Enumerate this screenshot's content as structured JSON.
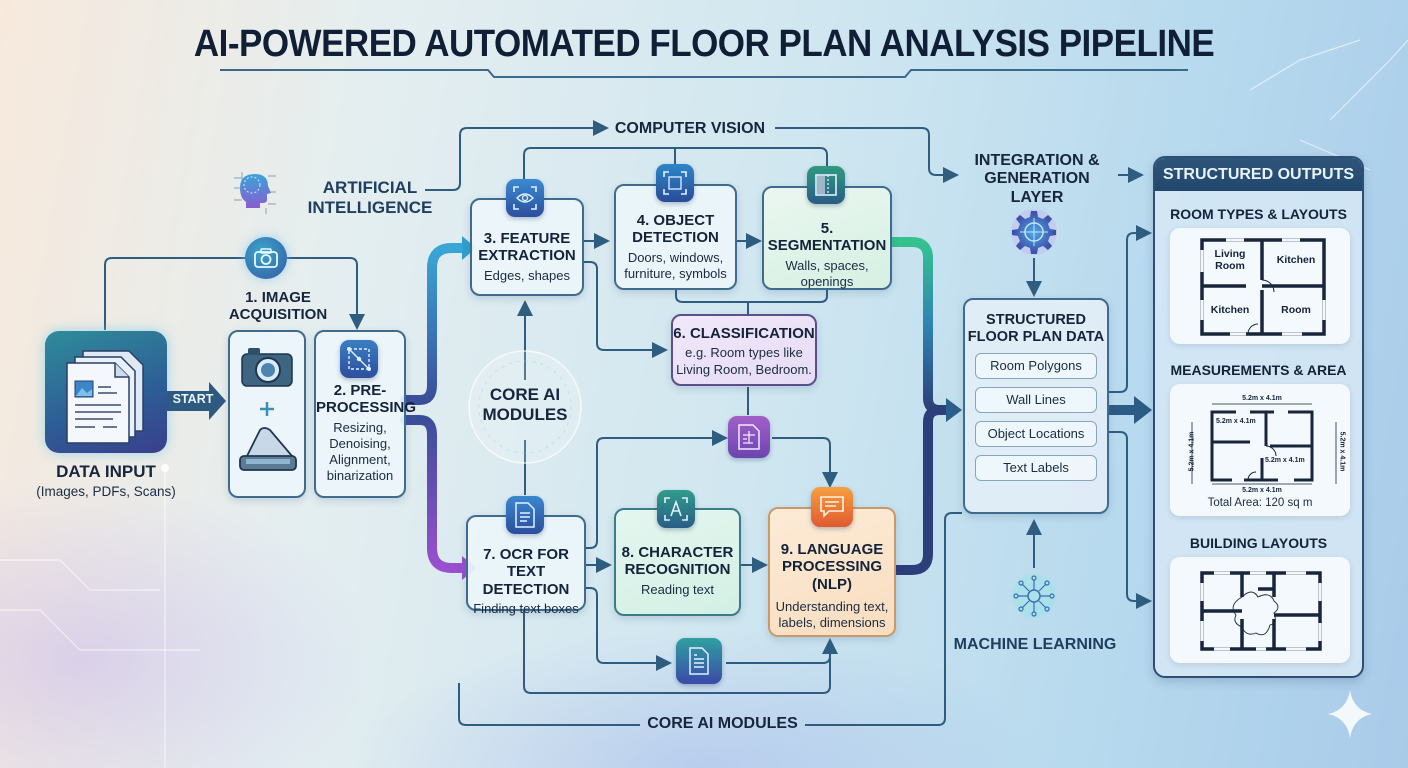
{
  "title": "AI-POWERED AUTOMATED FLOOR PLAN ANALYSIS PIPELINE",
  "colors": {
    "accent_dark": "#22476c",
    "wire": "#2f5d80",
    "node_border": "#3f6c8c",
    "segmentation_bg": "#dff3ea",
    "classification_bg": "#ece1f6",
    "nlp_bg": "#fbe6cf",
    "character_bg": "#dcf3ec"
  },
  "labels": {
    "artificial_intelligence": "ARTIFICIAL INTELLIGENCE",
    "computer_vision": "COMPUTER VISION",
    "integration_layer": "INTEGRATION & GENERATION LAYER",
    "machine_learning": "MACHINE LEARNING",
    "core_ai_modules_center": "CORE AI MODULES",
    "core_ai_modules_bottom": "CORE AI MODULES",
    "start": "START"
  },
  "data_input": {
    "title": "DATA INPUT",
    "subtitle": "(Images, PDFs, Scans)",
    "icon": "documents-icon"
  },
  "steps": [
    {
      "id": 1,
      "title": "1. IMAGE ACQUISITION",
      "desc": "",
      "icon": "camera-icon"
    },
    {
      "id": 2,
      "title": "2. PRE-PROCESSING",
      "desc": "Resizing, Denoising, Alignment, binarization",
      "icon": "transform-icon"
    },
    {
      "id": 3,
      "title": "3. FEATURE EXTRACTION",
      "desc": "Edges, shapes",
      "icon": "eye-scan-icon"
    },
    {
      "id": 4,
      "title": "4. OBJECT DETECTION",
      "desc": "Doors, windows, furniture, symbols",
      "icon": "bounding-box-icon"
    },
    {
      "id": 5,
      "title": "5. SEGMENTATION",
      "desc": "Walls, spaces, openings",
      "icon": "segment-icon"
    },
    {
      "id": 6,
      "title": "6. CLASSIFICATION",
      "desc": "e.g. Room types like Living Room, Bedroom.",
      "icon": ""
    },
    {
      "id": 7,
      "title": "7. OCR FOR TEXT DETECTION",
      "desc": "Finding text boxes",
      "icon": "document-icon"
    },
    {
      "id": 8,
      "title": "8. CHARACTER RECOGNITION",
      "desc": "Reading text",
      "icon": "letter-scan-icon"
    },
    {
      "id": 9,
      "title": "9. LANGUAGE PROCESSING (NLP)",
      "desc": "Understanding text, labels, dimensions",
      "icon": "chat-icon"
    }
  ],
  "structured_data": {
    "title": "STRUCTURED FLOOR PLAN DATA",
    "items": [
      "Room Polygons",
      "Wall Lines",
      "Object Locations",
      "Text Labels"
    ]
  },
  "outputs": {
    "header": "STRUCTURED OUTPUTS",
    "sections": [
      {
        "title": "ROOM TYPES & LAYOUTS",
        "rooms": [
          "Living Room",
          "Kitchen",
          "Kitchen",
          "Room"
        ]
      },
      {
        "title": "MEASUREMENTS & AREA",
        "dims": [
          "5.2m x 4.1m",
          "5.2m x 4.1m",
          "5.2m x 4.1m",
          "5.2m x 4.1m",
          "5.2m x 4.1m",
          "5.2m x 4.1m"
        ],
        "total": "Total Area: 120 sq m"
      },
      {
        "title": "BUILDING LAYOUTS"
      }
    ]
  }
}
